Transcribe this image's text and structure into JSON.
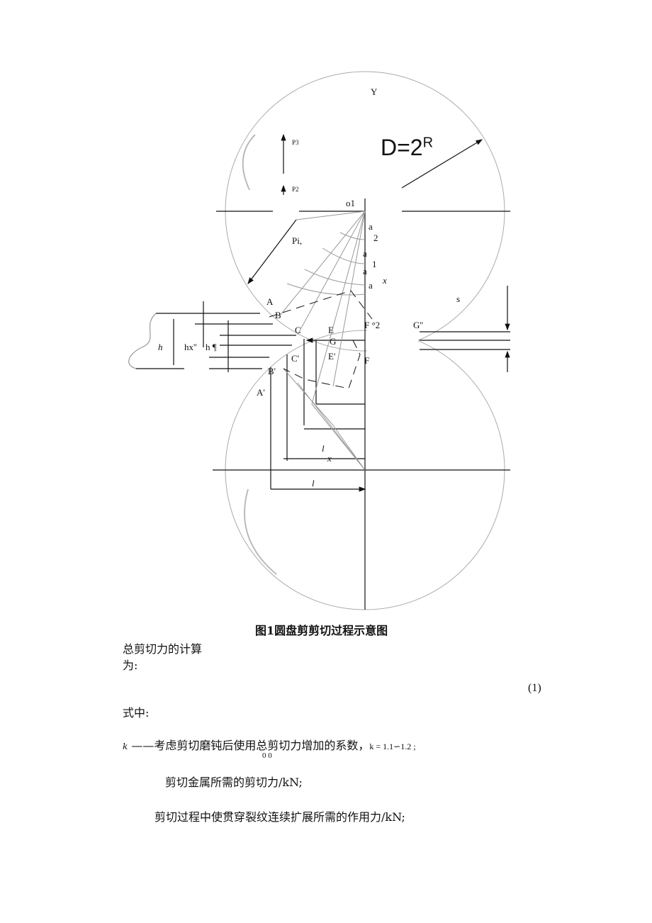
{
  "figure": {
    "labels": {
      "Y": "Y",
      "D": "D=2",
      "R": "R",
      "P3": "P3",
      "P2": "P2",
      "O1": "o1",
      "P1": "Pi,",
      "a2": "a",
      "n2": "2",
      "a1": "a",
      "n1": "1",
      "a": "a",
      "ax": "a",
      "x": "x",
      "A": "A",
      "B": "B",
      "C": "C",
      "E": "E",
      "F_o2": "F °2",
      "G": "G",
      "Gpp": "G''",
      "s": "s",
      "h": "h",
      "hx": "hx''",
      "hf": "h ¶",
      "Cp": "C'",
      "Ep": "E'",
      "F": "F",
      "Bp": "B'",
      "Ap": "A'",
      "l": "l",
      "lx": "x",
      "l2": "l"
    },
    "caption": "图1圆盘剪剪切过程示意图"
  },
  "text": {
    "intro_1": "总剪切力的计算",
    "intro_2": "为:",
    "eq_number": "(1)",
    "where": "式中:",
    "k_symbol": "k",
    "k_desc": "——考虑剪切磨钝后使用总剪切力增加的系数，",
    "k_range": "k = 1.1∽1.2 ;",
    "subscript": "0 0",
    "item_1": "剪切金属所需的剪切力/kN;",
    "item_2": "剪切过程中使贯穿裂纹连续扩展所需的作用力/kN;"
  }
}
